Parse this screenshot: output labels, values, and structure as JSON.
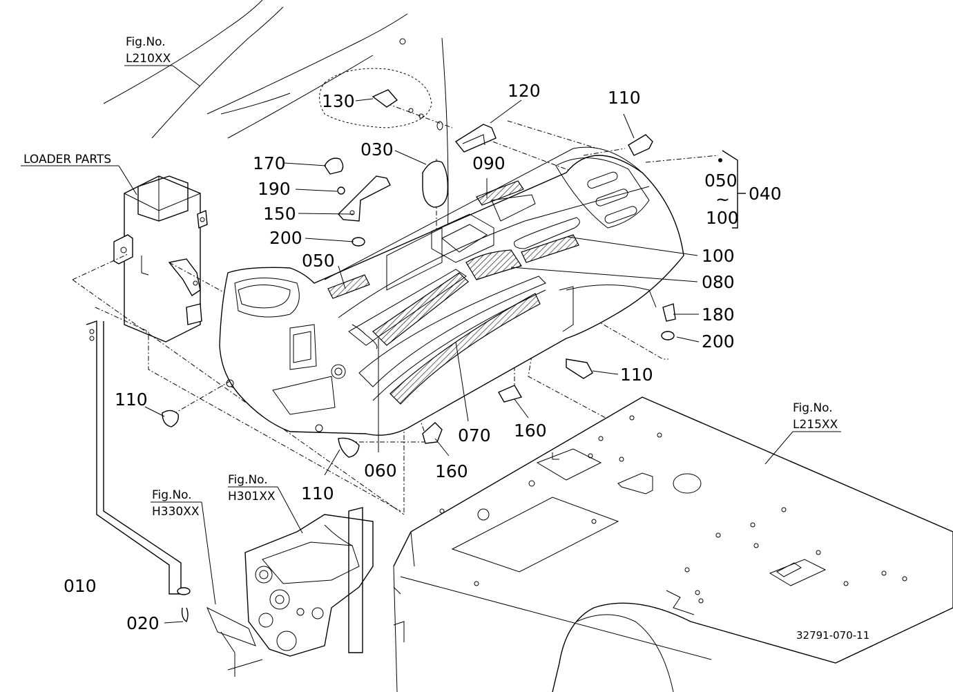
{
  "diagram_code": "32791-070-11",
  "section_label": "LOADER PARTS",
  "figure_refs": [
    {
      "id": "l210",
      "fig": "Fig.No.",
      "code": "L210XX"
    },
    {
      "id": "l215",
      "fig": "Fig.No.",
      "code": "L215XX"
    },
    {
      "id": "h301",
      "fig": "Fig.No.",
      "code": "H301XX"
    },
    {
      "id": "h330",
      "fig": "Fig.No.",
      "code": "H330XX"
    }
  ],
  "part_labels": [
    "130",
    "120",
    "110",
    "170",
    "190",
    "150",
    "200",
    "030",
    "090",
    "050",
    "100",
    "040",
    "080",
    "180",
    "200",
    "110",
    "110",
    "110",
    "060",
    "070",
    "160",
    "160",
    "010",
    "020",
    "050",
    "100",
    "~"
  ]
}
